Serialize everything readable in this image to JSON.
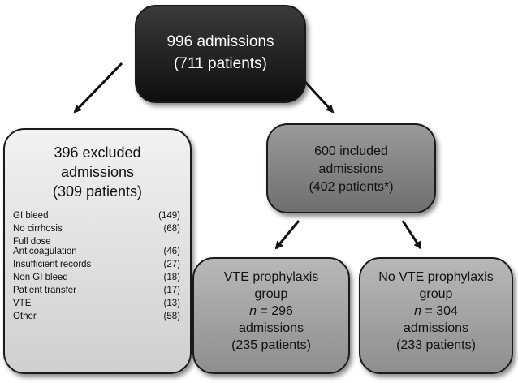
{
  "root": {
    "line1": "996 admissions",
    "line2": "(711 patients)"
  },
  "excluded": {
    "line1": "396 excluded",
    "line2": "admissions",
    "line3": "(309 patients)",
    "reasons": [
      {
        "label": "GI bleed",
        "value": "(149)"
      },
      {
        "label": "No cirrhosis",
        "value": "(68)"
      },
      {
        "label": "Full dose\nAnticoagulation",
        "value": "(46)"
      },
      {
        "label": "Insufficient records",
        "value": "(27)"
      },
      {
        "label": "Non GI bleed",
        "value": "(18)"
      },
      {
        "label": "Patient transfer",
        "value": "(17)"
      },
      {
        "label": "VTE",
        "value": "(13)"
      },
      {
        "label": "Other",
        "value": "(58)"
      }
    ]
  },
  "included": {
    "line1": "600 included",
    "line2": "admissions",
    "line3": "(402 patients*)"
  },
  "vte_group": {
    "line1": "VTE prophylaxis",
    "line2": "group",
    "n_symbol": "n",
    "n_value": "= 296",
    "line4": "admissions",
    "line5": "(235 patients)"
  },
  "no_vte_group": {
    "line1": "No VTE prophylaxis",
    "line2": "group",
    "n_symbol": "n",
    "n_value": "= 304",
    "line4": "admissions",
    "line5": "(233 patients)"
  },
  "colors": {
    "root_fill": "#1a1a1a",
    "excluded_fill": "#e0e0e0",
    "included_fill": "#858585",
    "group_fill": "#a3a3a3",
    "arrow": "#111111"
  }
}
